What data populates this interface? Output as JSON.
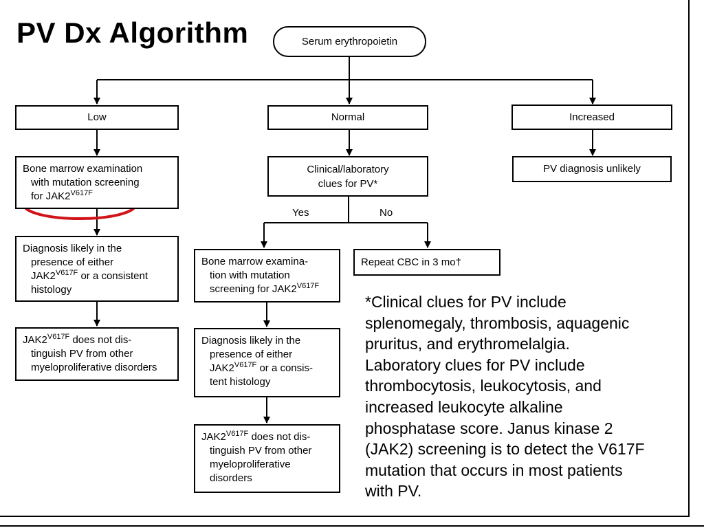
{
  "title": "PV Dx Algorithm",
  "root": "Serum erythropoietin",
  "columns": {
    "low": {
      "header": "Low",
      "step1": [
        "Bone marrow examination",
        "with mutation screening",
        "for JAK2"
      ],
      "sup": "V617F",
      "step2": [
        "Diagnosis likely in the",
        "presence of either",
        "JAK2",
        " or a consistent",
        "histology"
      ],
      "step3": [
        "JAK2",
        " does not dis-",
        "tinguish PV from other",
        "myeloproliferative disorders"
      ]
    },
    "normal": {
      "header": "Normal",
      "step1": [
        "Clinical/laboratory",
        "clues for PV*"
      ],
      "yes_label": "Yes",
      "no_label": "No",
      "yes": {
        "step1": [
          "Bone marrow examina-",
          "tion with mutation",
          "screening for JAK2"
        ],
        "step2": [
          "Diagnosis likely in the",
          "presence of either",
          "JAK2",
          " or a consis-",
          "tent histology"
        ],
        "step3": [
          "JAK2",
          " does not dis-",
          "tinguish PV from other",
          "myeloproliferative",
          "disorders"
        ]
      },
      "no": {
        "step1": "Repeat CBC in 3 mo†"
      }
    },
    "increased": {
      "header": "Increased",
      "step1": "PV diagnosis unlikely"
    }
  },
  "footnote": [
    "*Clinical clues for PV include",
    "splenomegaly, thrombosis, aquagenic",
    "pruritus, and erythromelalgia.",
    "Laboratory clues for PV include",
    "thrombocytosis, leukocytosis, and",
    "increased leukocyte alkaline",
    "phosphatase score. Janus kinase 2",
    "(JAK2) screening is to detect the V617F",
    "mutation that occurs in most patients",
    "with PV."
  ],
  "colors": {
    "highlight_ellipse": "#d0141a",
    "line": "#000000"
  }
}
